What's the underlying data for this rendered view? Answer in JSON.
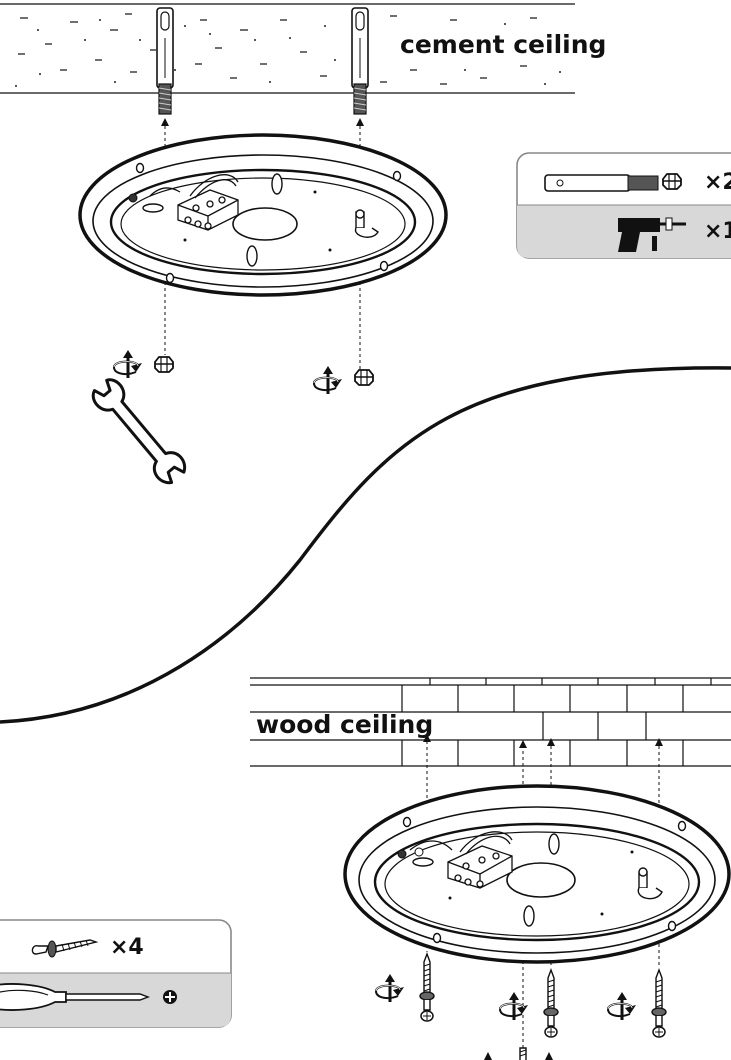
{
  "labels": {
    "cement_ceiling": "cement ceiling",
    "wood_ceiling": "wood ceiling"
  },
  "cement_parts": {
    "anchor_qty": "×2",
    "drill_qty": "×1"
  },
  "wood_parts": {
    "screw_qty": "×4"
  },
  "icons": [
    "anchor-bolt-icon",
    "nut-icon",
    "drill-icon",
    "wrench-icon",
    "rotate-arrow-icon",
    "screw-icon",
    "screwdriver-icon",
    "plus-screw-head-icon"
  ],
  "colors": {
    "line": "#111111",
    "panel_bg": "#d8d8d8",
    "panel_border": "#888888"
  }
}
